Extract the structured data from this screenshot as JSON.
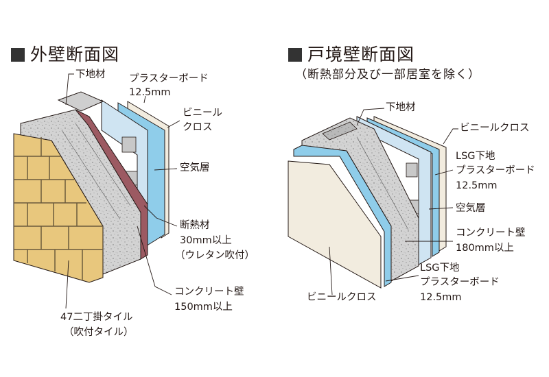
{
  "left_section": {
    "title": "外壁断面図",
    "labels": {
      "base_material": "下地材",
      "plasterboard": "プラスターボード",
      "plasterboard_thickness": "12.5mm",
      "vinyl_cloth_1": "ビニール",
      "vinyl_cloth_2": "クロス",
      "air_layer": "空気層",
      "insulation": "断熱材",
      "insulation_thickness": "30mm以上",
      "insulation_note": "（ウレタン吹付）",
      "concrete_wall": "コンクリート壁",
      "concrete_thickness": "150mm以上",
      "tile": "47二丁掛タイル",
      "tile_note": "（吹付タイル）"
    }
  },
  "right_section": {
    "title": "戸境壁断面図",
    "subtitle": "（断熱部分及び一部居室を除く）",
    "labels": {
      "base_material": "下地材",
      "vinyl_cloth_right": "ビニールクロス",
      "lsg_base_right": "LSG下地",
      "plasterboard_right": "プラスターボード",
      "plasterboard_right_thickness": "12.5mm",
      "air_layer": "空気層",
      "concrete_wall": "コンクリート壁",
      "concrete_thickness": "180mm以上",
      "lsg_base_bottom": "LSG下地",
      "plasterboard_bottom": "プラスターボード",
      "plasterboard_bottom_thickness": "12.5mm",
      "vinyl_cloth_left": "ビニールクロス"
    }
  },
  "colors": {
    "tile": "#e8c77d",
    "tile_joint": "#6b5a3c",
    "concrete": "#cfcfcf",
    "insulation": "#9c5a62",
    "air_layer": "#cfe4f2",
    "plasterboard": "#8fcdea",
    "cloth": "#f2ecdf",
    "outline": "#231815"
  }
}
